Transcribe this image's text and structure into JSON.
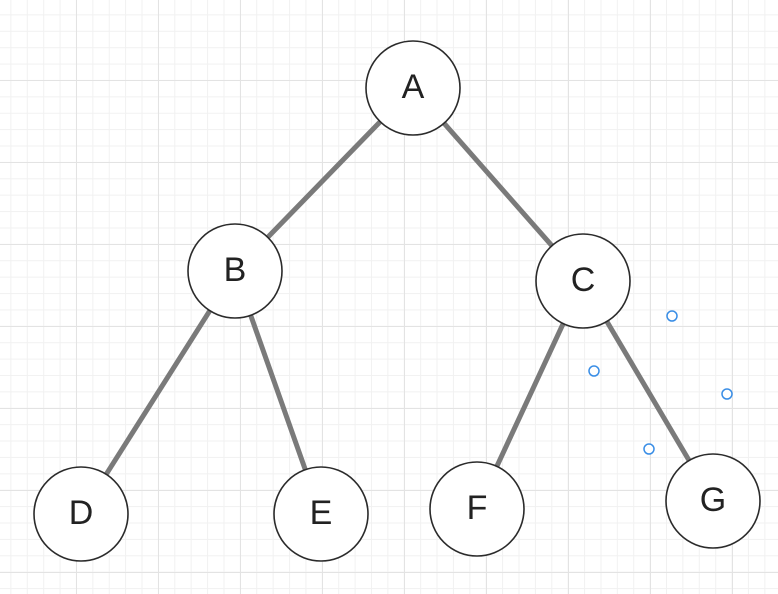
{
  "diagram": {
    "type": "binary-tree",
    "nodes": [
      {
        "id": "A",
        "label": "A"
      },
      {
        "id": "B",
        "label": "B"
      },
      {
        "id": "C",
        "label": "C"
      },
      {
        "id": "D",
        "label": "D"
      },
      {
        "id": "E",
        "label": "E"
      },
      {
        "id": "F",
        "label": "F"
      },
      {
        "id": "G",
        "label": "G"
      }
    ],
    "edges": [
      {
        "from": "A",
        "to": "B"
      },
      {
        "from": "A",
        "to": "C"
      },
      {
        "from": "B",
        "to": "D"
      },
      {
        "from": "B",
        "to": "E"
      },
      {
        "from": "C",
        "to": "F"
      },
      {
        "from": "C",
        "to": "G"
      }
    ],
    "colors": {
      "edge": "#7a7a7a",
      "node_border": "#2b2b2b",
      "node_fill": "#ffffff",
      "selection_handle": "#3a8ee6",
      "grid": "#e3e3e3"
    }
  }
}
